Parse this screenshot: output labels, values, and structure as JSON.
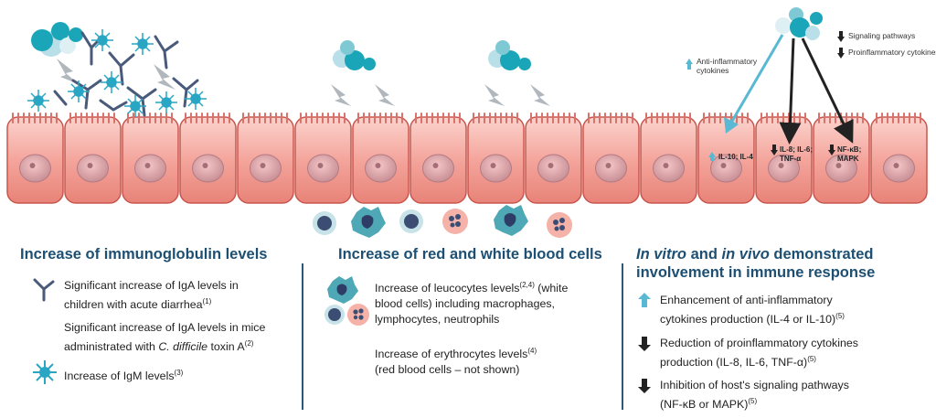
{
  "scene": {
    "callouts": {
      "anti_inflammatory_1": "Anti-inflammatory",
      "anti_inflammatory_2": "cytokines",
      "signaling": "Signaling pathways",
      "proinflammatory": "Proinflammatory cytokines"
    },
    "cell_labels": {
      "c11": "IL-10; IL-4",
      "c12_1": "IL-8; IL-6;",
      "c12_2": "TNF-α",
      "c13_1": "NF-κB;",
      "c13_2": "MAPK"
    }
  },
  "left": {
    "title": "Increase of immunoglobulin levels",
    "items": [
      {
        "l1": "Significant increase of IgA levels in",
        "l2": "children with acute diarrhea",
        "ref": "(1)"
      },
      {
        "l1": "Significant increase of IgA levels in mice",
        "l2a": "administrated with ",
        "l2i": "C. difficile",
        "l2b": " toxin A",
        "ref": "(2)"
      },
      {
        "l1": "Increase of IgM levels",
        "ref": "(3)"
      }
    ]
  },
  "middle": {
    "title": "Increase of red and white blood cells",
    "items": [
      {
        "l1": "Increase of leucocytes levels",
        "ref": "(2,4)",
        "l1b": " (white",
        "l2": "blood cells) including macrophages,",
        "l3": "lymphocytes, neutrophils"
      },
      {
        "l1": "Increase of erythrocytes levels",
        "ref": "(4)",
        "l2": "(red blood cells – not shown)"
      }
    ]
  },
  "right": {
    "title_i": "In vitro",
    "title_a": " and ",
    "title_i2": "in vivo",
    "title_b": " demonstrated",
    "title_2": "involvement in immune response",
    "items": [
      {
        "l1": "Enhancement of anti-inflammatory",
        "l2": "cytokines production (IL-4 or IL-10)",
        "ref": "(5)"
      },
      {
        "l1": "Reduction of proinflammatory cytokines",
        "l2": "production (IL-8, IL-6, TNF-α)",
        "ref": "(5)"
      },
      {
        "l1": "Inhibition of host's signaling pathways",
        "l2": "(NF-κB or MAPK)",
        "ref": "(5)"
      }
    ]
  },
  "colors": {
    "heading": "#1d4f73",
    "teal": "#1aa6b8",
    "light_teal": "#7fc9d5",
    "cell": "#f2a49d",
    "cell_dark": "#c9564e",
    "arrow_up": "#59b8d3",
    "arrow_down": "#222222"
  }
}
